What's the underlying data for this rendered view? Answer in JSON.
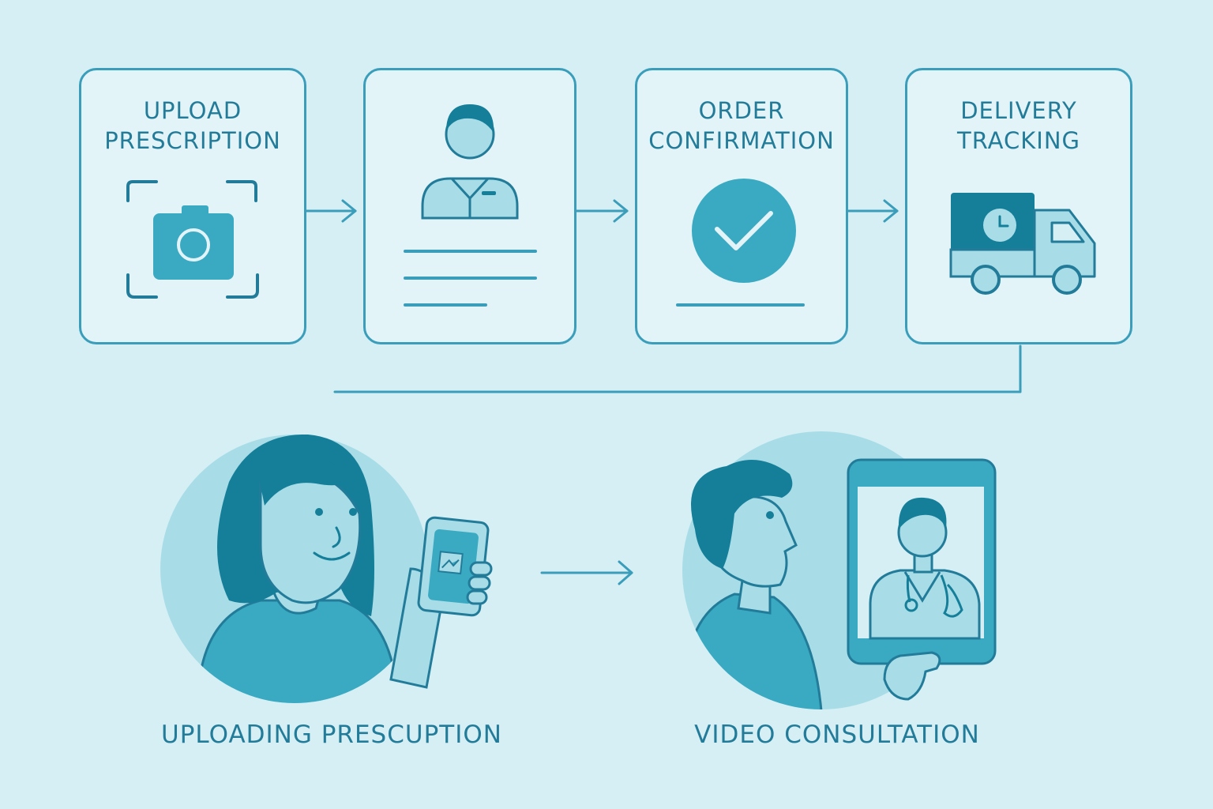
{
  "steps": [
    {
      "title": "UPLOAD\nPRESCRIPTION",
      "icon": "camera-icon"
    },
    {
      "title": "",
      "icon": "pharmacist-icon"
    },
    {
      "title": "ORDER\nCONFIRMATION",
      "icon": "checkmark-icon"
    },
    {
      "title": "DELIVERY\nTRACKING",
      "icon": "delivery-truck-icon"
    }
  ],
  "scenes": [
    {
      "caption": "UPLOADING PRESCUPTION",
      "icon": "woman-with-phone-illustration"
    },
    {
      "caption": "VIDEO CONSULTATION",
      "icon": "man-video-call-illustration"
    }
  ],
  "colors": {
    "background": "#d6eff4",
    "stroke": "#3a9ebb",
    "dark": "#157f9a",
    "mid": "#3aaac2",
    "light": "#a8dde8"
  }
}
